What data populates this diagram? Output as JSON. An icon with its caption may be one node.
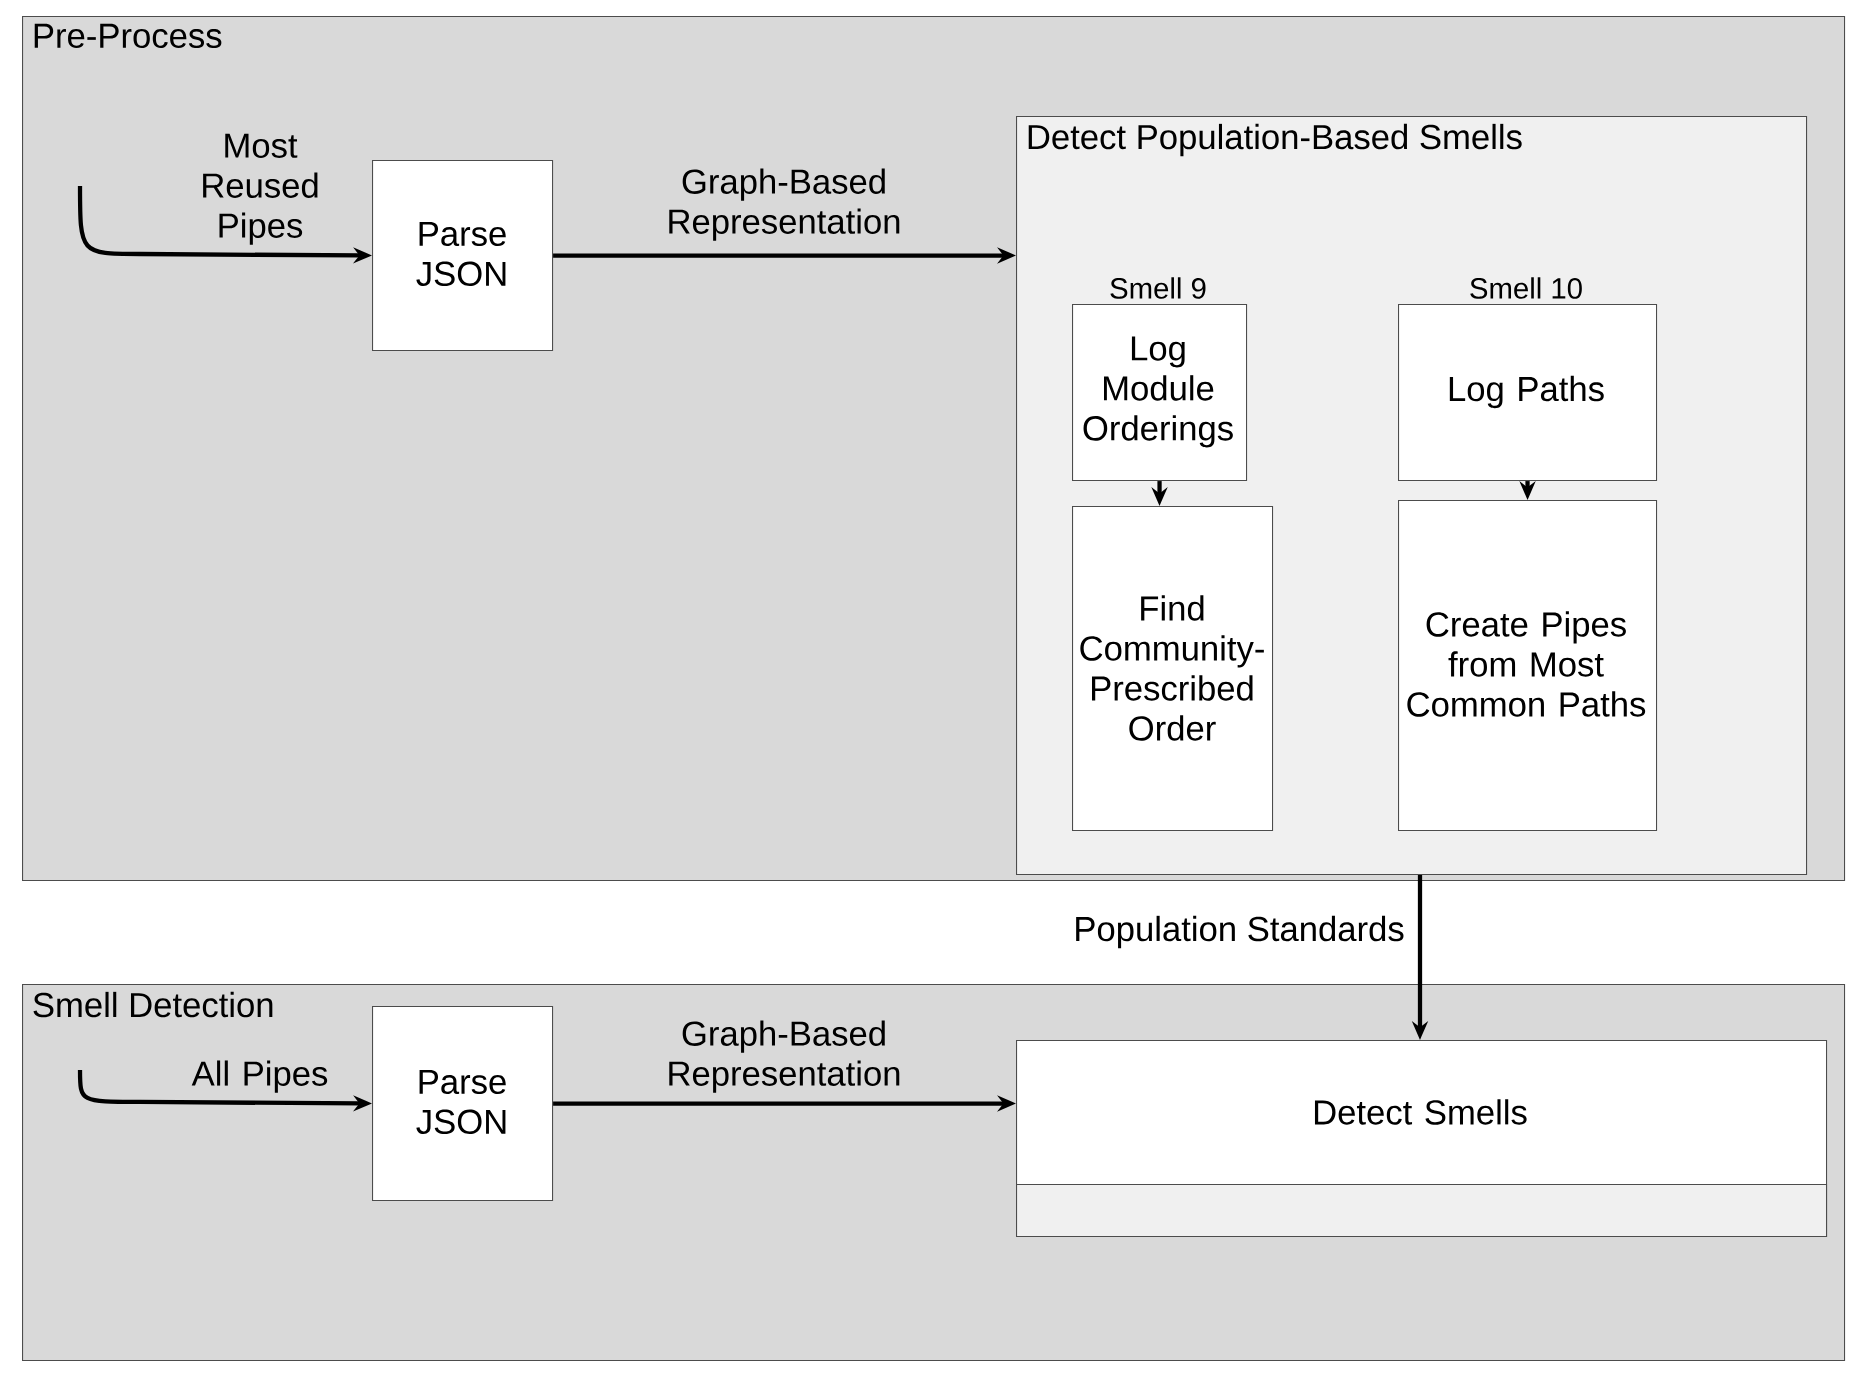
{
  "diagram": {
    "nodes": [
      {
        "text": [
          "Pre-Process"
        ]
      },
      {
        "text": [
          "Parse JSON"
        ],
        "in": 0
      },
      {
        "text": [
          "Detect Population-Based Smells"
        ],
        "in": 0
      },
      {
        "text": [
          "Log Module Orderings"
        ],
        "in": 2,
        "beside": [
          "Smell 9"
        ]
      },
      {
        "text": [
          "Log Paths"
        ],
        "in": 2,
        "beside": [
          "Smell 10"
        ]
      },
      {
        "text": [
          "Find Community-Prescribed Order"
        ],
        "in": 2
      },
      {
        "text": [
          "Create Pipes from Most Common Paths"
        ],
        "in": 2
      },
      {
        "text": [
          "Smell Detection"
        ]
      },
      {
        "text": [
          "Parse JSON"
        ],
        "in": 7
      },
      {
        "text": [
          "Detect Smells"
        ],
        "in": 7
      },
      {
        "text": [],
        "shape": "bar",
        "in": 9
      }
    ],
    "edges": [
      {
        "from": null,
        "to": 1,
        "arrow": "to",
        "label": "Most Reused Pipes"
      },
      {
        "from": 1,
        "to": 2,
        "arrow": "to",
        "label": "Graph-Based Representation"
      },
      {
        "from": 3,
        "to": 5,
        "arrow": "to"
      },
      {
        "from": 4,
        "to": 6,
        "arrow": "to"
      },
      {
        "from": 2,
        "to": 9,
        "arrow": "to",
        "label": "Population Standards"
      },
      {
        "from": null,
        "to": 8,
        "arrow": "to",
        "label": "All Pipes"
      },
      {
        "from": 8,
        "to": 9,
        "arrow": "to",
        "label": "Graph-Based Representation"
      }
    ]
  }
}
